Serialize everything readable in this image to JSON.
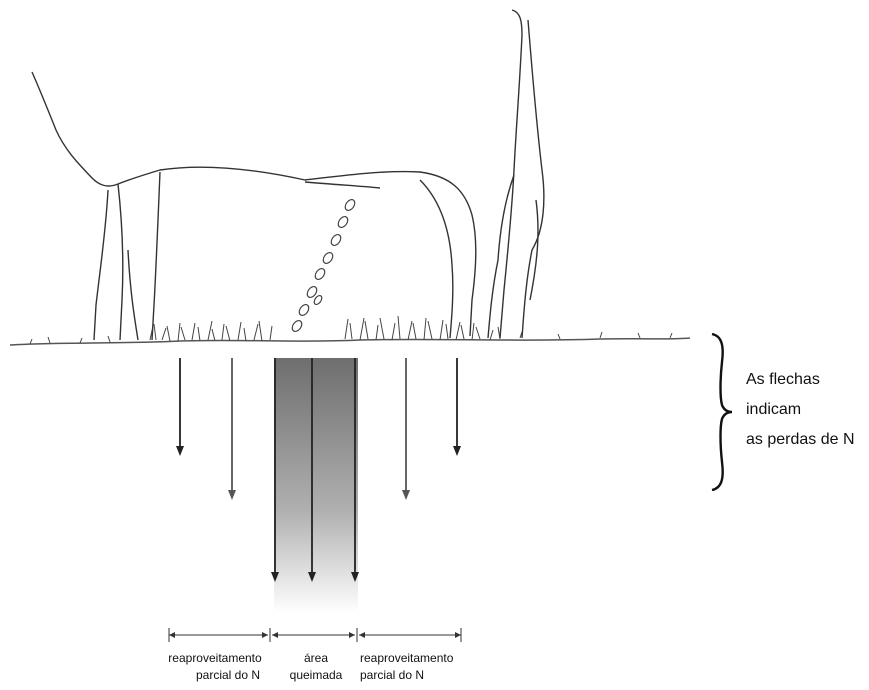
{
  "legend": {
    "lines": [
      "As flechas",
      "indicam",
      "as perdas de N"
    ]
  },
  "zones": [
    {
      "id": "left",
      "line1": "reaproveitamento",
      "line2": "parcial do N"
    },
    {
      "id": "center",
      "line1": "área",
      "line2": "queimada"
    },
    {
      "id": "right",
      "line1": "reaproveitamento",
      "line2": "parcial do N"
    }
  ],
  "icons": {
    "animal": "cow-silhouette-icon",
    "dung": "dung-droplets-icon",
    "tree": "tree-icon",
    "grass": "grass-tuft-icon",
    "arrow": "down-arrow-icon",
    "brace": "curly-brace-icon"
  },
  "colors": {
    "burned_area_top": "#6e6e6e",
    "burned_area_bottom": "#ffffff",
    "arrow_dark": "#222222",
    "arrow_light": "#555555",
    "sketch": "#333333"
  }
}
